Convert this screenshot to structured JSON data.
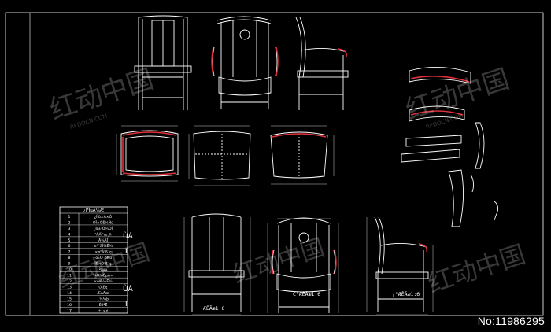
{
  "drawing": {
    "background": "#000000",
    "line_color": "#ffffff",
    "accent_color": "#e0303a",
    "dim_color": "#c8c8c8"
  },
  "table": {
    "title": "¿Í³ÌµÄ¼Æ",
    "rows": [
      [
        "1",
        "¿ÍÌü×À×Ó"
      ],
      [
        "2",
        "ÒÎ×ÓÊ½Ñù"
      ],
      [
        "3",
        "¸ß±³Ò¼ÒÎ"
      ],
      [
        "4",
        "²ÄÁÏ¹æ¸ñ"
      ],
      [
        "5",
        "Ä¾ÁÏ"
      ],
      [
        "6",
        "±³°åÍ¼Ê¾"
      ],
      [
        "7",
        "×ø°å³ß´ç"
      ],
      [
        "8",
        "·öÊÖ´óÑù"
      ],
      [
        "9",
        "ÍÈ×Ó³ß´ç"
      ],
      [
        "10",
        "ºáµµ"
      ],
      [
        "11",
        "¼Ó¹¤ËµÃ÷"
      ],
      [
        "12",
        "×éºÏ·½Ê½"
      ],
      [
        "13",
        "Ó¡Ë¢"
      ],
      [
        "14",
        "ÆáÃæ"
      ],
      [
        "15",
        "¸½¼þ"
      ],
      [
        "16",
        "ÉóºË"
      ],
      [
        "17",
        "±¸×¢"
      ]
    ],
    "side_marks": [
      "ÙÁ",
      "I",
      "ÙÁ",
      "I"
    ]
  },
  "labels": {
    "front_scale": "ÆÊÃæ1:6",
    "center_scale": "C°ÆÊÃæ1:6",
    "side_scale": "¡°ÆÊÃæ1:6"
  },
  "watermark": {
    "brand": "红动中国",
    "url": "REDOCN.COM",
    "id_text": "No:11986295"
  }
}
